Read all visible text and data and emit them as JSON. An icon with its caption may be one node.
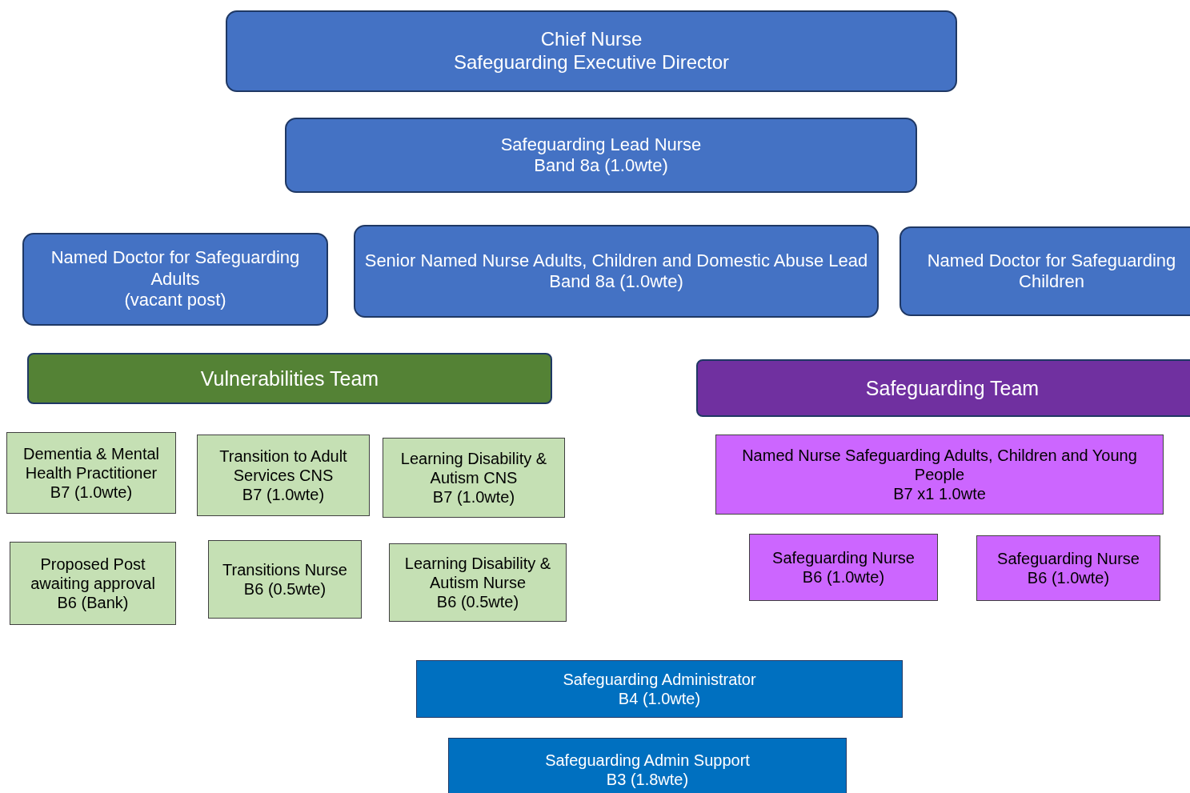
{
  "diagram": {
    "nodes": [
      {
        "text": [
          "Chief Nurse",
          "Safeguarding Executive Director"
        ]
      },
      {
        "text": [
          "Safeguarding Lead Nurse",
          "Band 8a (1.0wte)"
        ]
      },
      {
        "text": [
          "Named Doctor for Safeguarding Adults",
          "(vacant post)"
        ]
      },
      {
        "text": [
          "Senior Named Nurse Adults, Children and Domestic Abuse Lead",
          "Band 8a (1.0wte)"
        ]
      },
      {
        "text": [
          "Named Doctor for Safeguarding Children"
        ]
      },
      {
        "text": [
          "Vulnerabilities Team"
        ]
      },
      {
        "text": [
          "Safeguarding Team"
        ]
      },
      {
        "text": [
          "Dementia & Mental Health Practitioner",
          "B7 (1.0wte)"
        ]
      },
      {
        "text": [
          "Transition to Adult Services CNS",
          "B7 (1.0wte)"
        ]
      },
      {
        "text": [
          "Learning Disability & Autism CNS",
          "B7 (1.0wte)"
        ]
      },
      {
        "text": [
          "Named Nurse Safeguarding Adults, Children and Young People",
          "B7 x1 1.0wte"
        ]
      },
      {
        "text": [
          "Proposed Post awaiting approval",
          "B6 (Bank)"
        ]
      },
      {
        "text": [
          "Transitions Nurse",
          "B6 (0.5wte)"
        ]
      },
      {
        "text": [
          "Learning Disability & Autism Nurse",
          "B6 (0.5wte)"
        ]
      },
      {
        "text": [
          "Safeguarding Nurse",
          "B6 (1.0wte)"
        ]
      },
      {
        "text": [
          "Safeguarding Nurse",
          "B6 (1.0wte)"
        ]
      },
      {
        "text": [
          "Safeguarding Administrator",
          "B4 (1.0wte)"
        ]
      },
      {
        "text": [
          "Safeguarding Admin Support",
          "B3 (1.8wte)"
        ]
      }
    ]
  }
}
